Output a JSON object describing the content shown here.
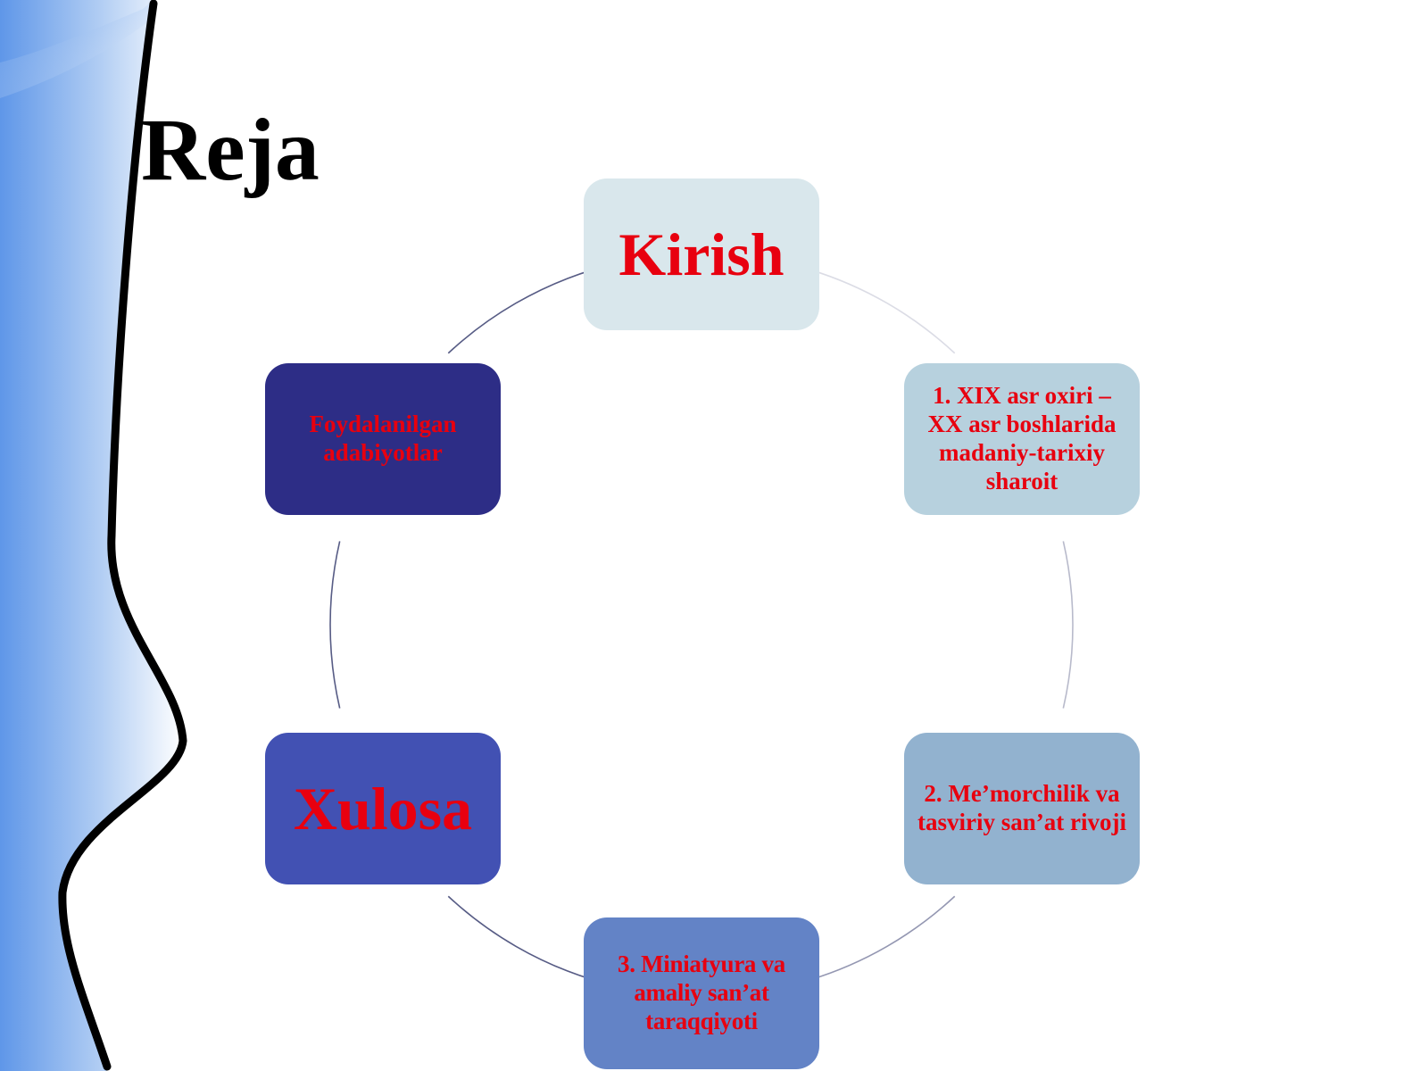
{
  "slide": {
    "title": "Reja"
  },
  "cycle": {
    "nodes": [
      {
        "id": "kirish",
        "label": "Kirish",
        "fill": "#d9e7ec"
      },
      {
        "id": "step1",
        "label": "1. XIX asr oxiri – XX asr boshlarida madaniy-tarixiy sharoit",
        "fill": "#b7d1de"
      },
      {
        "id": "step2",
        "label": "2. Me’morchilik va tasviriy san’at rivoji",
        "fill": "#92b2cf"
      },
      {
        "id": "step3",
        "label": "3. Miniatyura va amaliy san’at taraqqiyoti",
        "fill": "#6383c6"
      },
      {
        "id": "xulosa",
        "label": "Xulosa",
        "fill": "#4251b3"
      },
      {
        "id": "adabiyotlar",
        "label": "Foydalanilgan adabiyotlar",
        "fill": "#2d2d86"
      }
    ],
    "text_color": "#e8000f",
    "ring_color": "#3a3f70"
  }
}
